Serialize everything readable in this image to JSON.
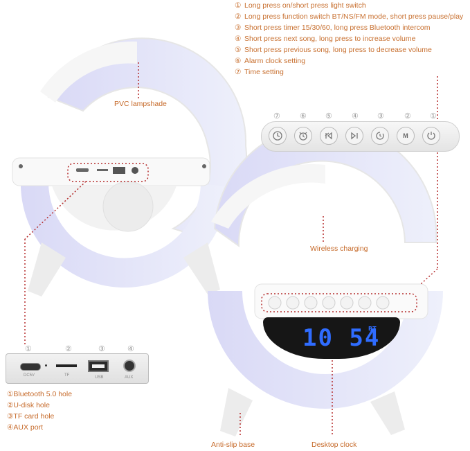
{
  "legend": [
    {
      "num": "①",
      "text": "Long press on/short press light switch"
    },
    {
      "num": "②",
      "text": "Long press function switch BT/NS/FM mode, short press pause/play"
    },
    {
      "num": "③",
      "text": "Short press timer 15/30/60, long press Bluetooth intercom"
    },
    {
      "num": "④",
      "text": "Short press next song, long press to increase volume"
    },
    {
      "num": "⑤",
      "text": "Short press previous song, long press to decrease volume"
    },
    {
      "num": "⑥",
      "text": "Alarm clock setting"
    },
    {
      "num": "⑦",
      "text": "Time setting"
    }
  ],
  "callouts": {
    "lampshade": "PVC lampshade",
    "wireless": "Wireless charging",
    "base": "Anti-slip base",
    "clock": "Desktop clock"
  },
  "button_panel": {
    "numbers": [
      "⑦",
      "⑥",
      "⑤",
      "④",
      "③",
      "②",
      "①"
    ],
    "icons": [
      "clock-icon",
      "alarm-icon",
      "previous-icon",
      "next-icon",
      "timer-icon",
      "mode-icon",
      "light-power-icon"
    ],
    "mode_label": "M"
  },
  "ports": {
    "numbers": [
      "①",
      "②",
      "③",
      "④"
    ],
    "labels": [
      "DC5V",
      "TF",
      "USB",
      "AUX"
    ],
    "legend": [
      {
        "num": "①",
        "text": "Bluetooth 5.0 hole"
      },
      {
        "num": "②",
        "text": "U-disk hole"
      },
      {
        "num": "③",
        "text": "TF card hole"
      },
      {
        "num": "④",
        "text": "AUX port"
      }
    ]
  },
  "clock_display": {
    "time": "10 54",
    "badge": "BT"
  },
  "colors": {
    "accent": "#d9772f",
    "clock_digits": "#2f6cff",
    "lamp_glow": "#dcdcf6"
  }
}
